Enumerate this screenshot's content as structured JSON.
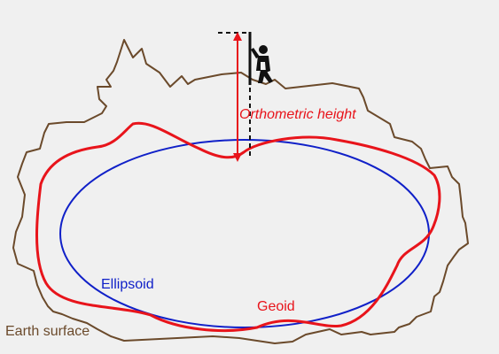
{
  "labels": {
    "orthometric_height": "Orthometric height",
    "ellipsoid": "Ellipsoid",
    "geoid": "Geoid",
    "earth_surface": "Earth surface"
  },
  "colors": {
    "background": "#f0f0f0",
    "earth_surface": "#6b4a2b",
    "geoid": "#e8141b",
    "ellipsoid": "#1020c8",
    "height_arrow": "#e8141b",
    "plumb_line": "#111111",
    "person": "#111111"
  },
  "icons": {
    "person": "person-holding-survey-pole-icon"
  }
}
